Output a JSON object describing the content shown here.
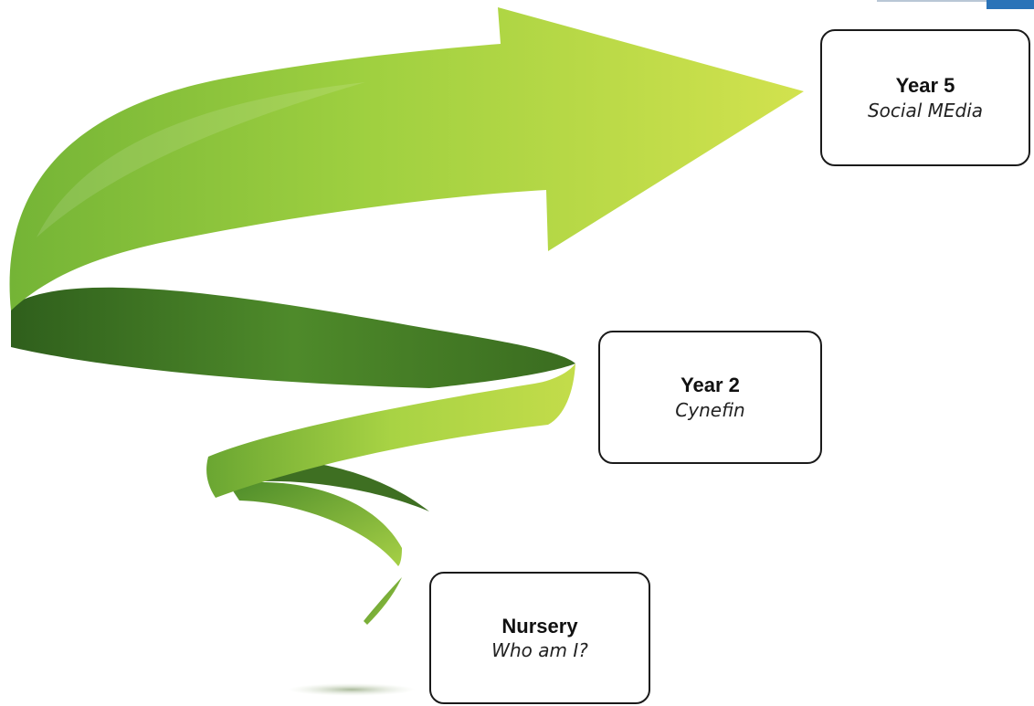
{
  "colors": {
    "ribbon_light": "#c9e04a",
    "ribbon_mid": "#8fc43c",
    "ribbon_dark": "#3f7424",
    "box_border": "#1a1a1a",
    "accent": "#2a73b8"
  },
  "stages": [
    {
      "title": "Year 5",
      "topic": "Social MEdia"
    },
    {
      "title": "Year 2",
      "topic": "Cynefin"
    },
    {
      "title": "Nursery",
      "topic": "Who am I?"
    }
  ]
}
